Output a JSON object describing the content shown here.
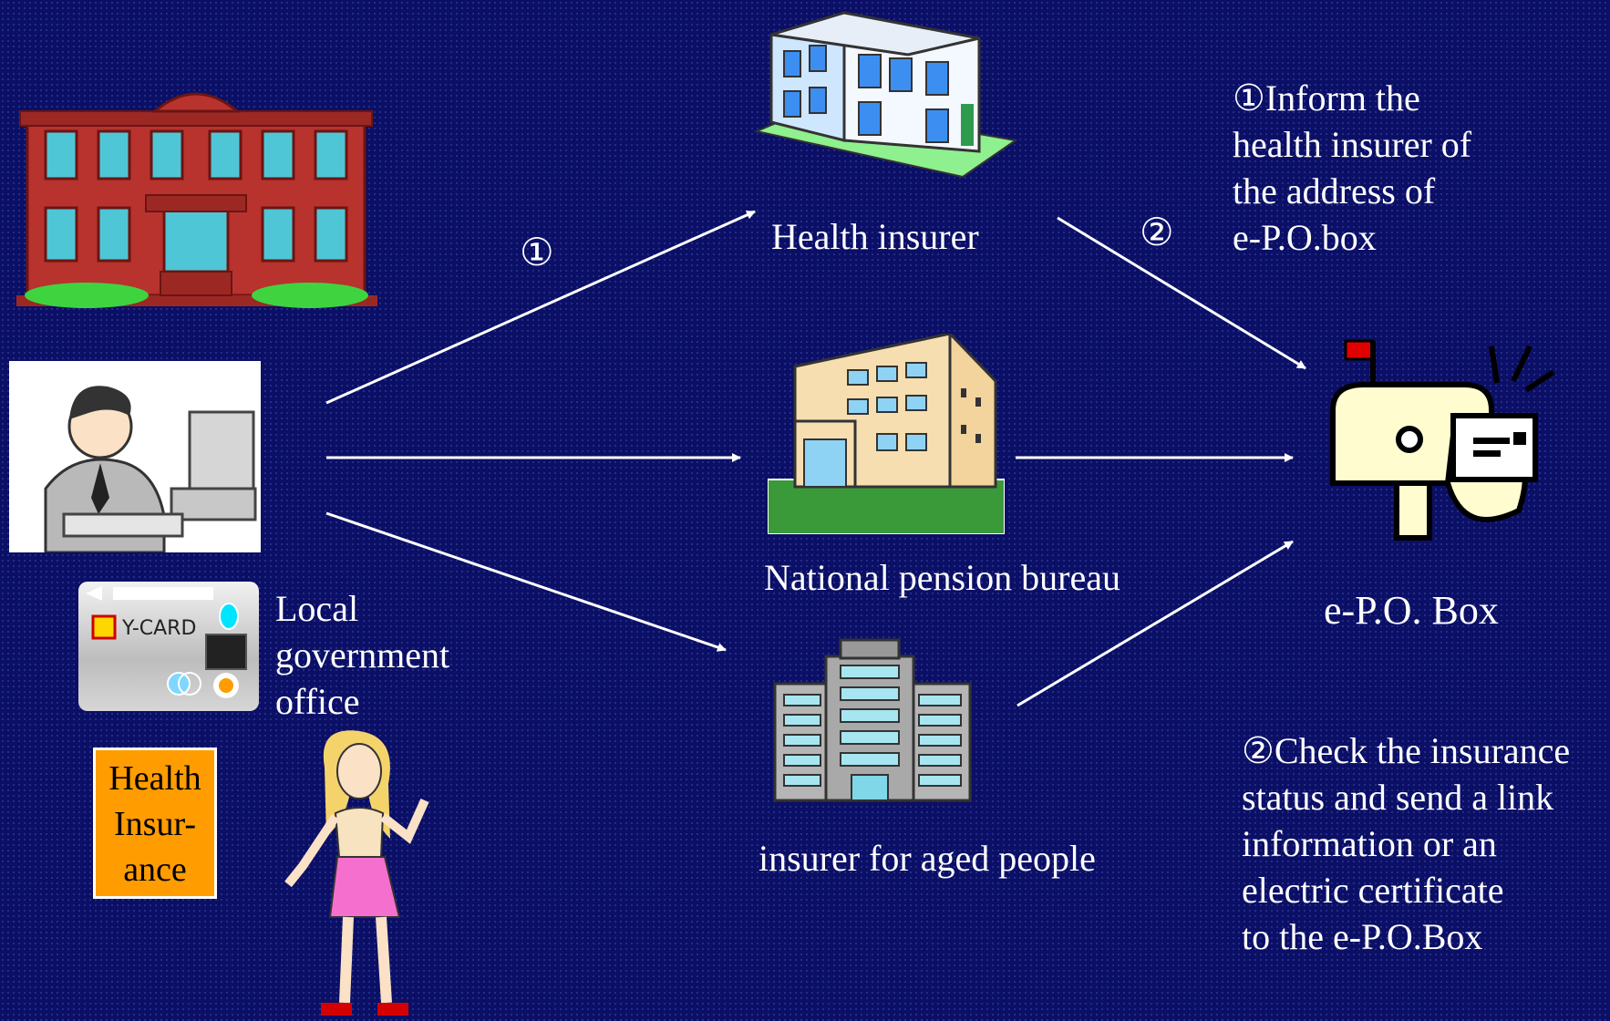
{
  "labels": {
    "health_insurer": "Health insurer",
    "pension_bureau": "National pension bureau",
    "aged_insurer": "insurer for aged people",
    "epo_box": "e-P.O. Box",
    "local_gov": [
      "Local",
      "government",
      "office"
    ],
    "health_insurance_card": [
      "Health",
      "Insur-",
      "ance"
    ]
  },
  "steps": {
    "step1_marker": "①",
    "step2_marker": "②",
    "step1_text": [
      "①Inform the",
      "health insurer of",
      "the address of",
      "e-P.O.box"
    ],
    "step2_text": [
      "②Check the insurance",
      "status and send a link",
      "information or an",
      "electric certificate",
      "to the e-P.O.Box"
    ]
  },
  "colors": {
    "background": "#0b0f66",
    "arrow": "#ffffff",
    "health_insurance_box": "#ff9c00",
    "city_hall_brick": "#b8322e"
  },
  "icons": [
    "city-hall-icon",
    "office-worker-icon",
    "id-card-icon",
    "woman-icon",
    "hospital-building-icon",
    "pension-building-icon",
    "office-tower-icon",
    "mailbox-icon"
  ]
}
